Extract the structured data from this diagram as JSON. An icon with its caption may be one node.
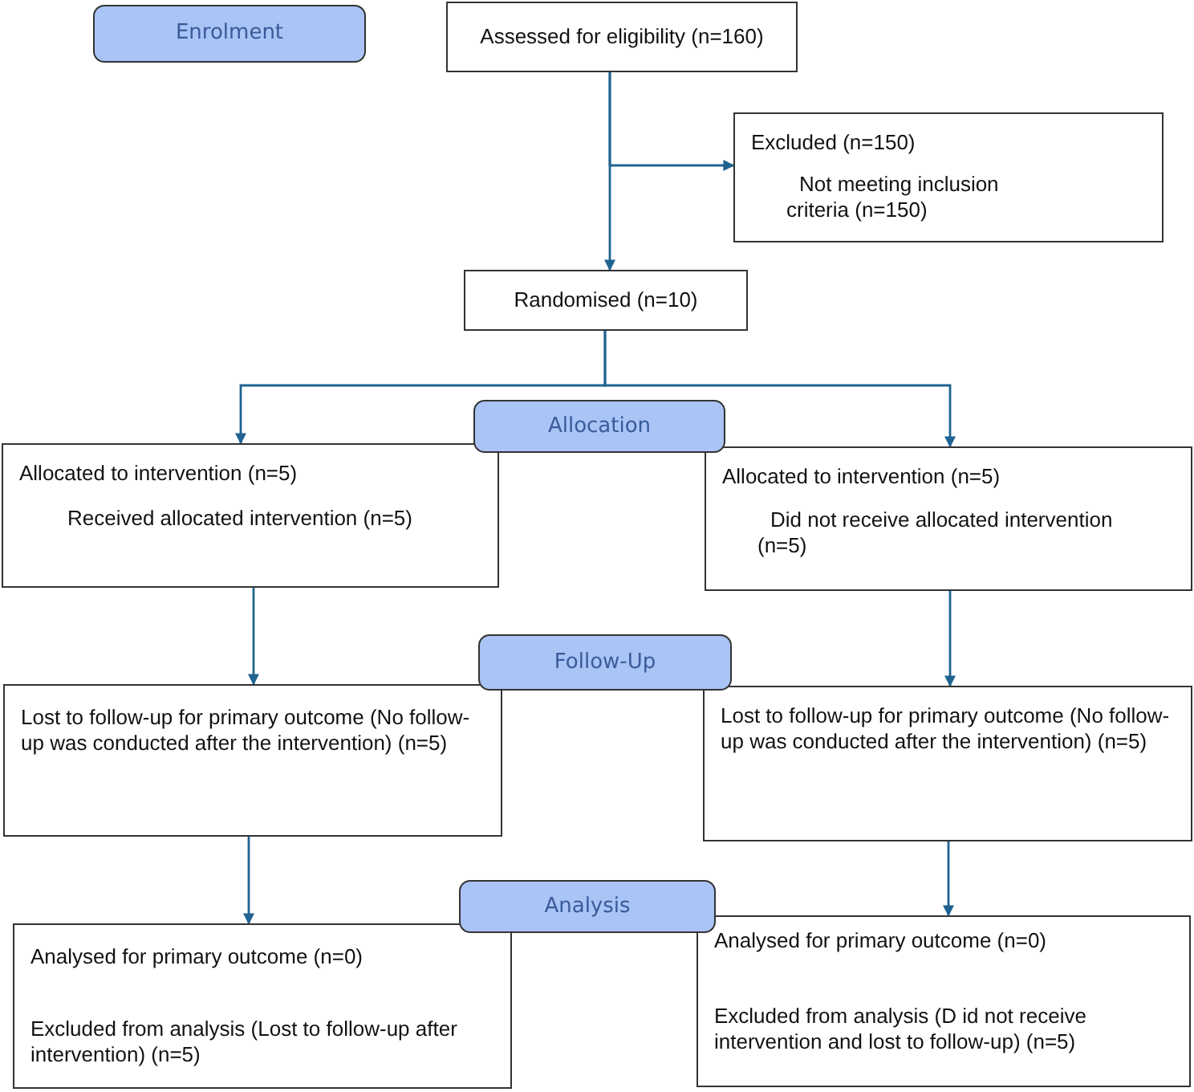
{
  "diagram": {
    "nodes": [
      {
        "text": [
          "Enrolment"
        ]
      },
      {
        "text": [
          "Assessed for eligibility (n=160)"
        ]
      },
      {
        "text": [
          "Excluded (n=150)",
          "Not meeting inclusion criteria (n=150)"
        ]
      },
      {
        "text": [
          "Randomised (n=10)"
        ]
      },
      {
        "text": [
          "Allocation"
        ]
      },
      {
        "text": [
          "Allocated to intervention (n=5)",
          "Received allocated intervention (n=5)"
        ]
      },
      {
        "text": [
          "Allocated to intervention (n=5)",
          "Did not receive allocated intervention (n=5)"
        ]
      },
      {
        "text": [
          "Follow-Up"
        ]
      },
      {
        "text": [
          "Lost to follow-up for primary outcome (No follow-up was conducted after the intervention) (n=5)"
        ]
      },
      {
        "text": [
          "Lost to follow-up for primary outcome (No follow-up was conducted after the intervention) (n=5)"
        ]
      },
      {
        "text": [
          "Analysis"
        ]
      },
      {
        "text": [
          "Analysed for primary outcome (n=0)",
          "Excluded from analysis (Lost to follow-up after intervention) (n=5)"
        ]
      },
      {
        "text": [
          "Analysed for primary outcome (n=0)",
          "Excluded from analysis (D id not receive intervention and lost to follow-up) (n=5)"
        ]
      }
    ],
    "edges": [
      {
        "from": 1,
        "to": 3,
        "arrow": "to"
      },
      {
        "from": 1,
        "to": 2,
        "arrow": "to"
      },
      {
        "from": 3,
        "to": 5,
        "arrow": "to"
      },
      {
        "from": 3,
        "to": 6,
        "arrow": "to"
      },
      {
        "from": 5,
        "to": 8,
        "arrow": "to"
      },
      {
        "from": 6,
        "to": 9,
        "arrow": "to"
      },
      {
        "from": 8,
        "to": 11,
        "arrow": "to"
      },
      {
        "from": 9,
        "to": 12,
        "arrow": "to"
      }
    ]
  }
}
